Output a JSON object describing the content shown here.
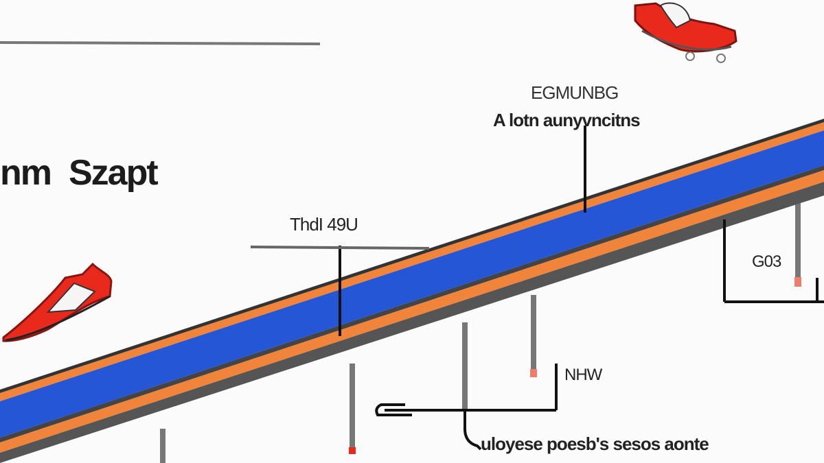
{
  "labels": {
    "heading_left": "nm",
    "heading_right": "Szapt",
    "top_label_1": "EGMUNBG",
    "top_label_2": "A lotn aunyvncitns",
    "mid_label": "ThdI 49U",
    "right_label": "G03",
    "lower_label": "NHW",
    "bottom_caption": "uloyese poesb's sesos aonte"
  },
  "colors": {
    "belt_blue": "#2456d6",
    "belt_orange": "#f0843a",
    "rail_gray": "#505050",
    "shoe_red": "#e8291c",
    "leader_black": "#111111"
  },
  "icons": [
    "shoe-icon-left",
    "shoe-icon-top-right"
  ]
}
